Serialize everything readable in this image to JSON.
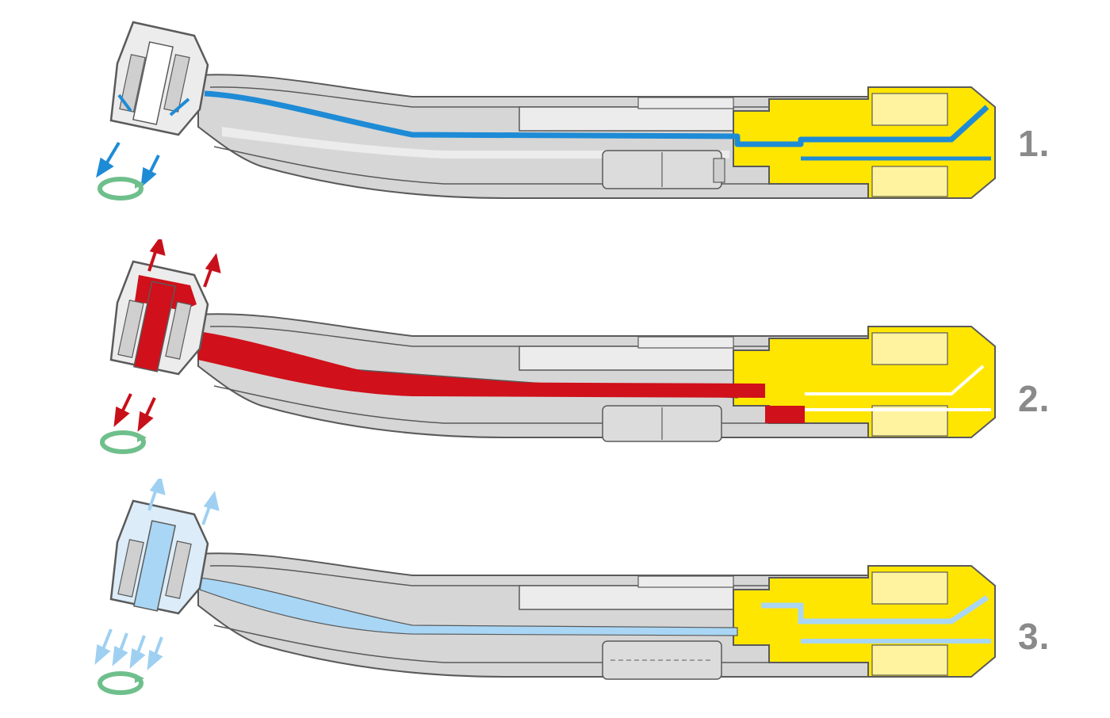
{
  "steps": [
    {
      "label": "1.",
      "flow_color": "#1e8bd6",
      "arrow_color": "#1e8bd6",
      "rotation_color": "#6fbf8c"
    },
    {
      "label": "2.",
      "flow_color": "#d0101a",
      "arrow_color": "#c8101a",
      "rotation_color": "#6fbf8c"
    },
    {
      "label": "3.",
      "flow_color": "#a9d6f5",
      "arrow_color": "#9fd0f2",
      "rotation_color": "#6fbf8c"
    }
  ],
  "colors": {
    "body_outline": "#5a5a5a",
    "body_fill": "#d6d6d6",
    "body_light": "#ececec",
    "coupling": "#ffe600",
    "coupling_light": "#fff3a0",
    "label": "#8a8a8a"
  },
  "icons": [
    "direction-arrow-icon",
    "rotation-icon"
  ]
}
